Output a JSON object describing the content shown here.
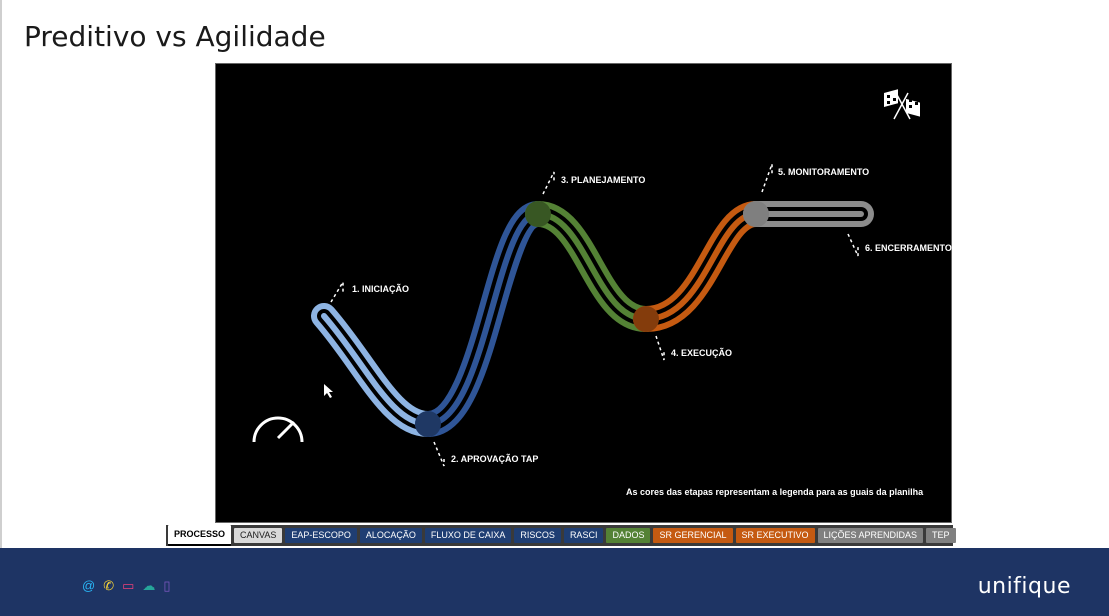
{
  "slide": {
    "title": "Preditivo vs Agilidade"
  },
  "diagram": {
    "stages": [
      {
        "label": "1. INICIAÇÃO",
        "color": "#8eb4e3"
      },
      {
        "label": "2. APROVAÇÃO TAP",
        "color": "#1f3864"
      },
      {
        "label": "3. PLANEJAMENTO",
        "color": "#2f5597"
      },
      {
        "label": "4. EXECUÇÃO",
        "color": "#548235"
      },
      {
        "label": "5. MONITORAMENTO",
        "color": "#c55a11"
      },
      {
        "label": "6. ENCERRAMENTO",
        "color": "#808080"
      }
    ],
    "legend_note": "As cores das etapas representam a legenda para as guais da planilha"
  },
  "tabs": [
    {
      "label": "PROCESSO",
      "style": "active"
    },
    {
      "label": "CANVAS",
      "style": "light"
    },
    {
      "label": "EAP-ESCOPO",
      "style": "blue"
    },
    {
      "label": "ALOCAÇÃO",
      "style": "blue"
    },
    {
      "label": "FLUXO DE CAIXA",
      "style": "blue"
    },
    {
      "label": "RISCOS",
      "style": "blue"
    },
    {
      "label": "RASCI",
      "style": "blue"
    },
    {
      "label": "DADOS",
      "style": "green"
    },
    {
      "label": "SR GERENCIAL",
      "style": "orange"
    },
    {
      "label": "SR EXECUTIVO",
      "style": "orange"
    },
    {
      "label": "LIÇÕES APRENDIDAS",
      "style": "gray"
    },
    {
      "label": "TEP",
      "style": "gray"
    }
  ],
  "footer": {
    "brand": "unifique",
    "icons": [
      "at-icon",
      "phone-icon",
      "monitor-icon",
      "cloud-icon",
      "mobile-icon"
    ],
    "icon_colors": [
      "#29b6f6",
      "#fdd835",
      "#ec407a",
      "#26a69a",
      "#7e57c2"
    ]
  }
}
